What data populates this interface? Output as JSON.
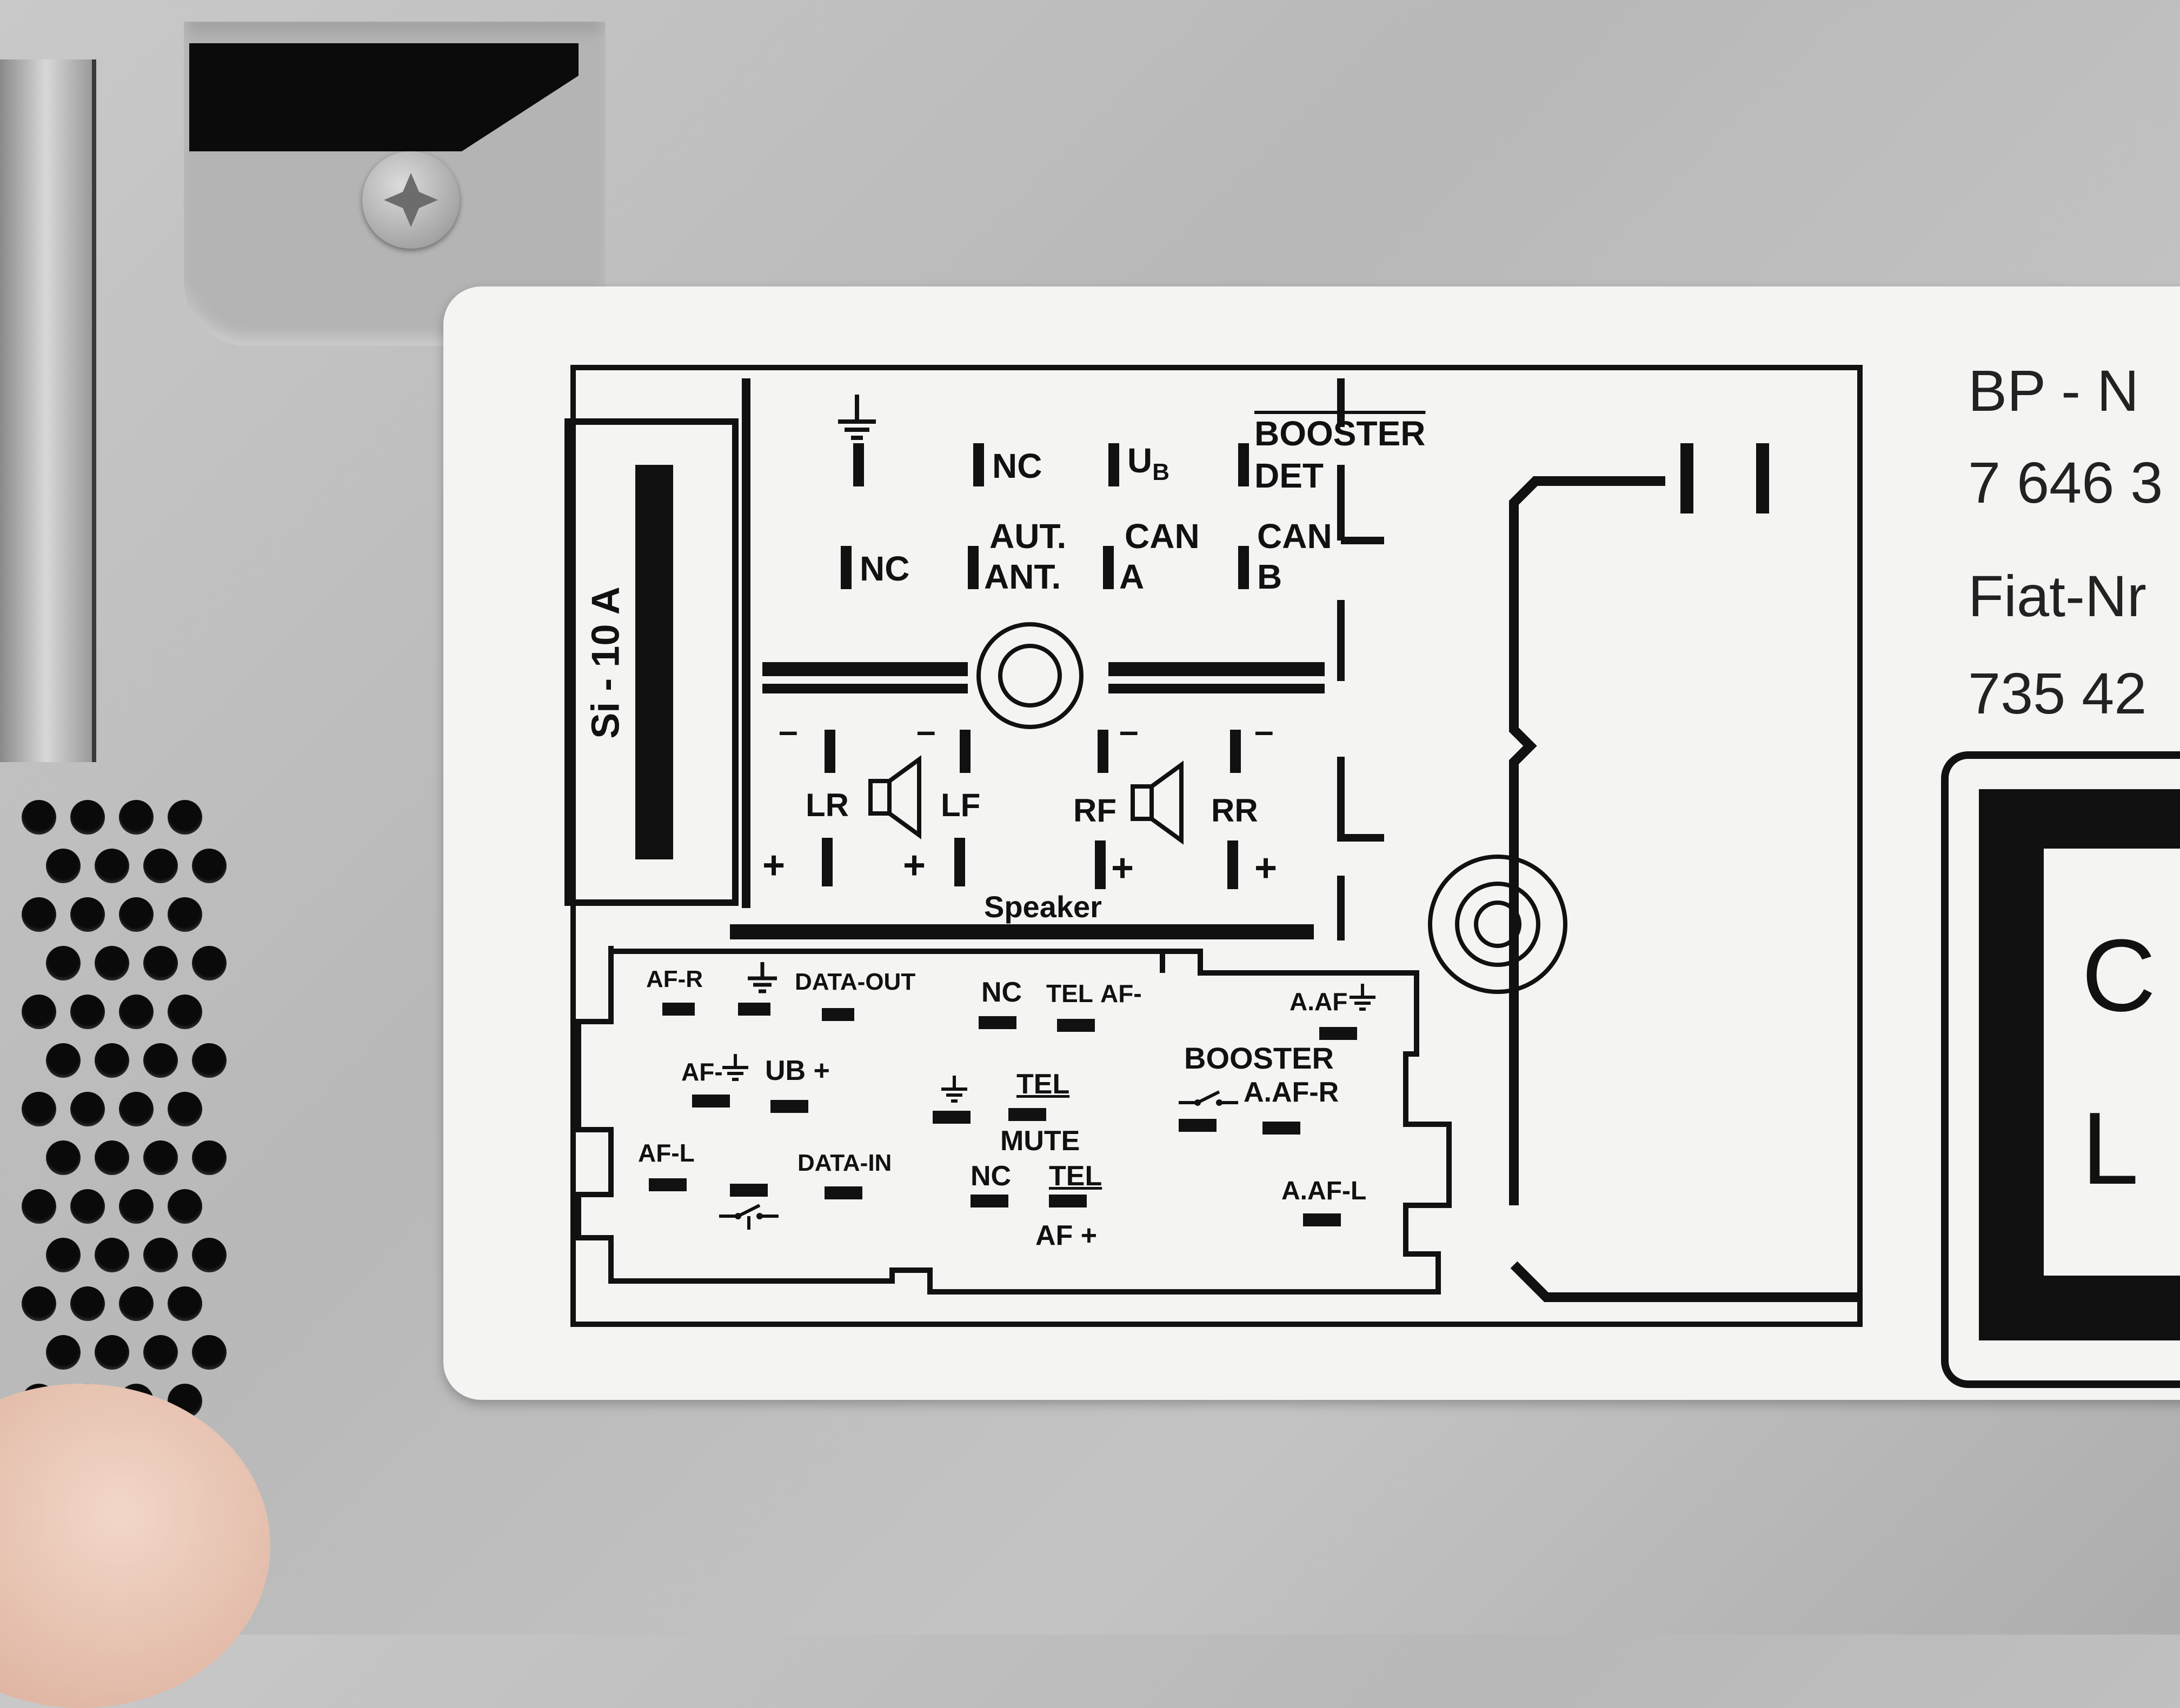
{
  "fuse": {
    "label": "Si - 10 A"
  },
  "connector_a_top": {
    "row1": [
      "NC",
      "U",
      "BOOSTER",
      "DET"
    ],
    "ub_subscript": "B",
    "row2": [
      "NC",
      "AUT.",
      "ANT.",
      "CAN",
      "A",
      "CAN",
      "B"
    ]
  },
  "speaker_block": {
    "title": "Speaker",
    "channels": [
      "LR",
      "LF",
      "RF",
      "RR"
    ],
    "minus": "–",
    "plus": "+"
  },
  "connector_b": {
    "row1": [
      "AF-R",
      "DATA-OUT",
      "NC",
      "TEL",
      "AF-",
      "A.AF"
    ],
    "row2": [
      "AF-",
      "UB +",
      "TEL",
      "BOOSTER",
      "A.AF-R"
    ],
    "row3": [
      "AF-L",
      "DATA-IN",
      "MUTE",
      "NC",
      "TEL",
      "A.AF-L"
    ],
    "af_plus": "AF +"
  },
  "right_info": {
    "bp_label": "BP - N",
    "bp_number": "7 646 3",
    "fiat_label": "Fiat-Nr",
    "fiat_number": "735 42",
    "box_line1": "C",
    "box_line2": "L"
  },
  "colors": {
    "metal": "#bdbdbd",
    "label": "#f4f4f2",
    "ink": "#111111"
  },
  "icons": [
    "ground-icon",
    "speaker-icon",
    "antenna-socket-icon",
    "switch-icon",
    "screw-icon"
  ]
}
